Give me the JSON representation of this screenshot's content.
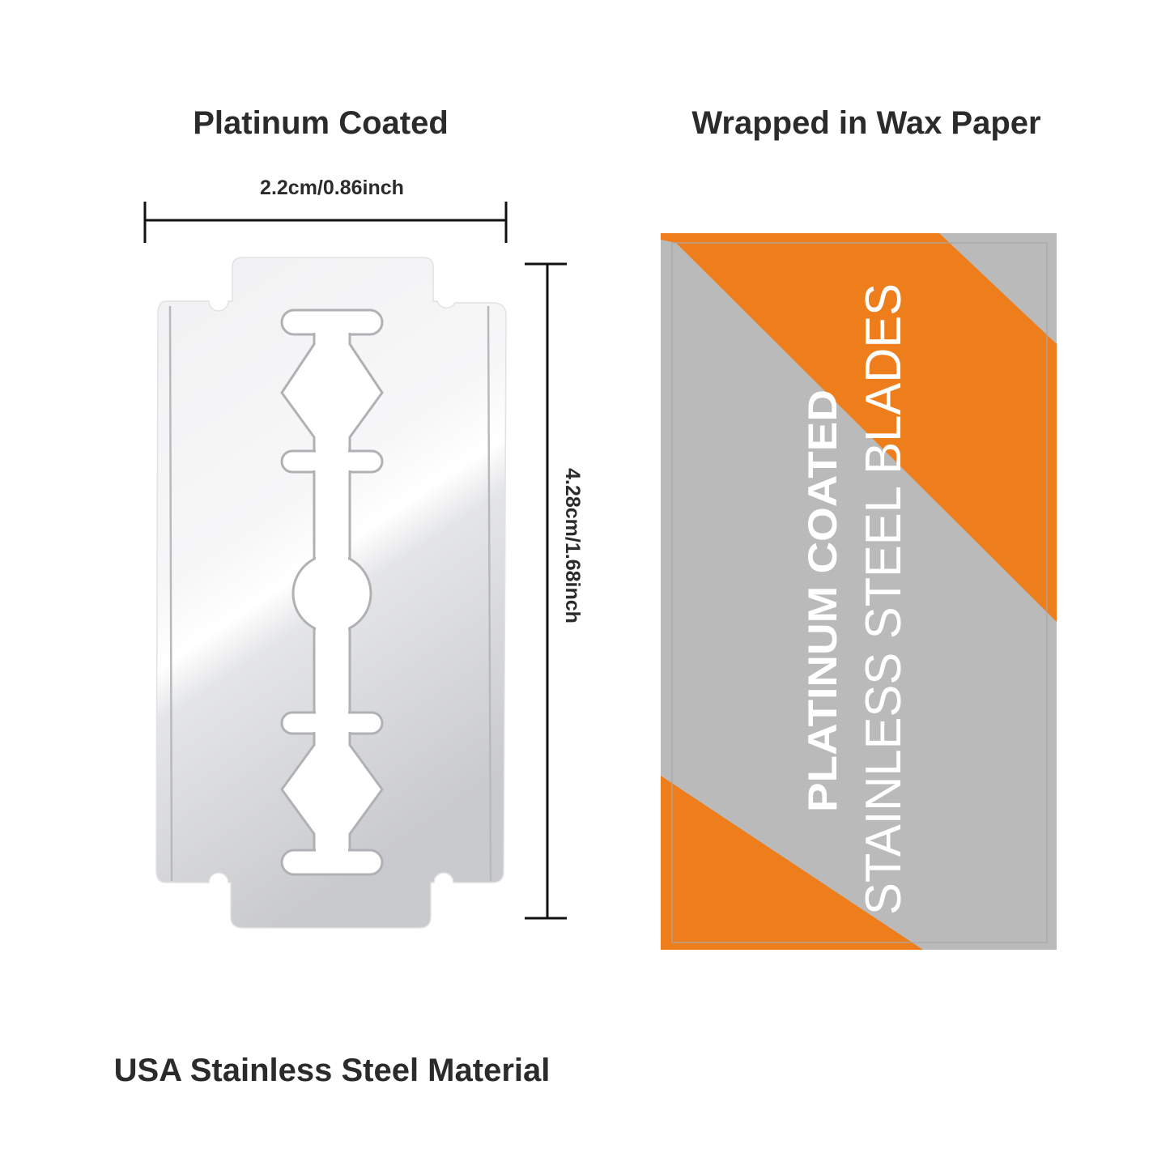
{
  "headings": {
    "left": "Platinum Coated",
    "right": "Wrapped in Wax Paper",
    "bottom": "USA Stainless Steel Material"
  },
  "dimensions": {
    "width": "2.2cm/0.86inch",
    "height": "4.28cm/1.68inch"
  },
  "package": {
    "line1": "PLATINUM COATED",
    "line2": "STAINLESS STEEL BLADES"
  },
  "colors": {
    "orange": "#ee7d1c",
    "gray": "#bababa"
  }
}
